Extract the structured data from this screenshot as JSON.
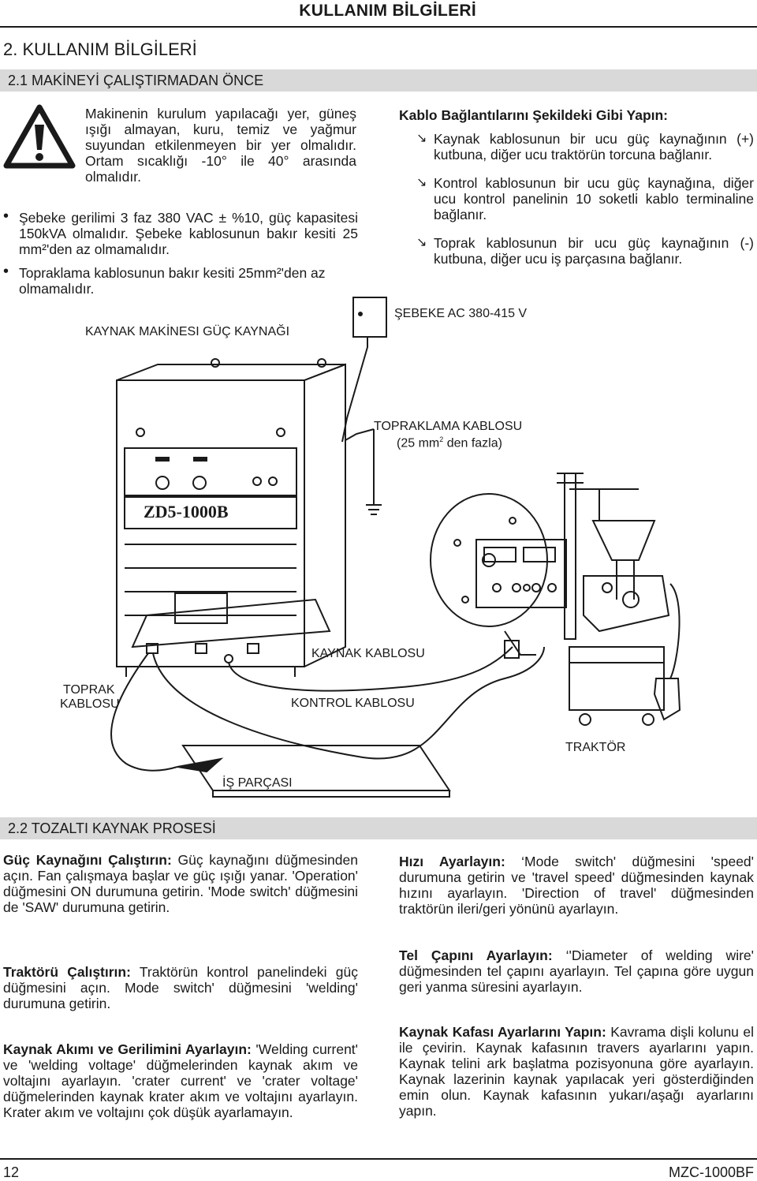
{
  "header": {
    "title": "KULLANIM BİLGİLERİ"
  },
  "section": {
    "title": "2. KULLANIM BİLGİLERİ"
  },
  "subsection1": {
    "title": "2.1 MAKİNEYİ ÇALIŞTIRMADAN ÖNCE"
  },
  "warning": {
    "icon": "warning-triangle-icon",
    "text": "Makinenin kurulum yapılacağı yer, güneş ışığı almayan, kuru, temiz ve yağmur suyundan etkilenmeyen bir yer olmalıdır. Ortam sıcaklığı -10° ile 40° arasında olmalıdır."
  },
  "bullets": [
    "Şebeke gerilimi 3 faz 380 VAC ± %10, güç kapasitesi 150kVA olmalıdır. Şebeke kablosunun bakır kesiti 25 mm²'den az olmamalıdır.",
    "Topraklama kablosunun bakır kesiti 25mm²'den az olmamalıdır."
  ],
  "cables": {
    "title": "Kablo Bağlantılarını Şekildeki Gibi Yapın:",
    "items": [
      "Kaynak kablosunun bir ucu güç kaynağının (+) kutbuna, diğer ucu traktörün torcuna bağlanır.",
      "Kontrol kablosunun bir ucu güç kaynağına, diğer ucu kontrol panelinin 10 soketli kablo terminaline bağlanır.",
      "Toprak kablosunun bir ucu güç kaynağının (-) kutbuna, diğer ucu iş parçasına bağlanır."
    ]
  },
  "diagram": {
    "power_source": "KAYNAK MAKİNESI GÜÇ KAYNAĞI",
    "mains": "ŞEBEKE  AC 380-415 V",
    "ground_cable_1": "TOPRAKLAMA KABLOSU",
    "ground_cable_2": "(25 mm",
    "ground_cable_sup": "2",
    "ground_cable_3": " den fazla)",
    "model_plate": "ZD5-1000B",
    "weld_cable": "KAYNAK KABLOSU",
    "earth_cable_1": "TOPRAK",
    "earth_cable_2": "KABLOSU",
    "control_cable": "KONTROL KABLOSU",
    "tractor": "TRAKTÖR",
    "workpiece": "İŞ PARÇASI"
  },
  "subsection2": {
    "title": "2.2 TOZALTI KAYNAK PROSESİ"
  },
  "left_paras": [
    {
      "lead": "Güç Kaynağını Çalıştırın:",
      "text": " Güç kaynağını düğmesinden açın. Fan çalışmaya başlar ve güç ışığı yanar. 'Operation' düğmesini ON durumuna getirin. 'Mode switch' düğmesini de 'SAW' durumuna getirin."
    },
    {
      "lead": "Traktörü Çalıştırın:",
      "text": " Traktörün kontrol panelindeki güç düğmesini açın. Mode switch' düğmesini 'welding' durumuna getirin."
    },
    {
      "lead": "Kaynak Akımı ve Gerilimini Ayarlayın:",
      "text": " 'Welding current' ve 'welding voltage' düğmelerinden kaynak akım ve voltajını ayarlayın. 'crater current' ve 'crater voltage' düğmelerinden kaynak krater akım ve voltajını ayarlayın. Krater akım ve voltajını çok düşük ayarlamayın."
    }
  ],
  "right_paras": [
    {
      "lead": "Hızı Ayarlayın:",
      "text": " ‘Mode switch' düğmesini 'speed' durumuna getirin ve 'travel speed' düğmesinden kaynak hızını ayarlayın. 'Direction of travel' düğmesinden traktörün ileri/geri yönünü ayarlayın."
    },
    {
      "lead": "Tel Çapını Ayarlayın:",
      "text": " ‘'Diameter of welding wire' düğmesinden tel çapını ayarlayın. Tel çapına göre uygun geri yanma süresini ayarlayın."
    },
    {
      "lead": "Kaynak Kafası Ayarlarını Yapın:",
      "text": " Kavrama dişli kolunu el ile çevirin. Kaynak kafasının travers ayarlarını yapın. Kaynak telini ark başlatma pozisyonuna göre ayarlayın. Kaynak lazerinin kaynak yapılacak yeri gösterdiğinden emin olun. Kaynak kafasının yukarı/aşağı ayarlarını yapın."
    }
  ],
  "footer": {
    "page": "12",
    "model": "MZC-1000BF"
  }
}
